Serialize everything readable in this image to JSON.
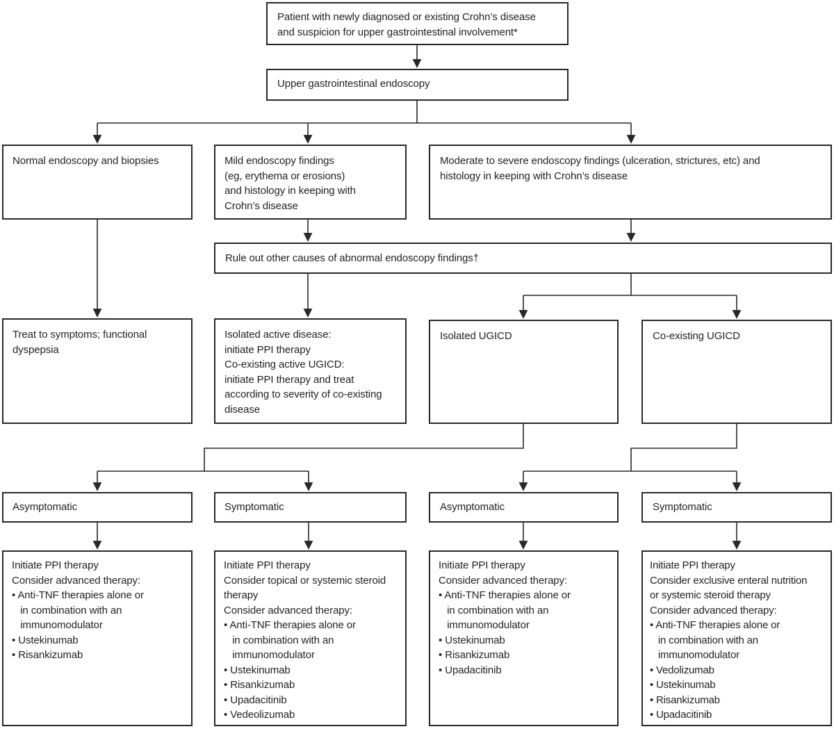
{
  "page": {
    "background_color": "#ffffff",
    "line_color": "#2b2728",
    "text_color": "#231f20"
  },
  "flowchart": {
    "nodes": {
      "patient": "Patient with newly diagnosed or existing Crohn’s disease\nand suspicion for upper gastrointestinal involvement*",
      "endoscopy": "Upper gastrointestinal endoscopy",
      "normal": "Normal endoscopy and biopsies",
      "mild": "Mild endoscopy findings\n(eg, erythema or erosions)\nand histology in keeping with\nCrohn’s disease",
      "moderate": "Moderate to severe endoscopy findings (ulceration, strictures, etc) and\nhistology in keeping with Crohn’s disease",
      "ruleout": "Rule out other causes of abnormal endoscopy findings†",
      "treat": "Treat to symptoms; functional\ndyspepsia",
      "isolated_active": "Isolated active disease:\ninitiate PPI therapy\nCo-existing active UGICD:\ninitiate PPI therapy and treat\naccording to severity of co-existing\ndisease",
      "isolated_ugicd": "Isolated UGICD",
      "coexisting_ugicd": "Co-existing UGICD",
      "asymptomatic_isolated": "Asymptomatic",
      "symptomatic_isolated": "Symptomatic",
      "asymptomatic_coexisting": "Asymptomatic",
      "symptomatic_coexisting": "Symptomatic",
      "tx_asymptomatic_isolated": "Initiate PPI therapy\nConsider advanced therapy:\n• Anti-TNF therapies alone or\n   in combination with an\n   immunomodulator\n• Ustekinumab\n• Risankizumab",
      "tx_symptomatic_isolated": "Initiate PPI therapy\nConsider topical or systemic steroid\ntherapy\nConsider advanced therapy:\n• Anti-TNF therapies alone or\n   in combination with an\n   immunomodulator\n• Ustekinumab\n• Risankizumab\n• Upadacitinib\n• Vedeolizumab",
      "tx_asymptomatic_coexisting": "Initiate PPI therapy\nConsider advanced therapy:\n• Anti-TNF therapies alone or\n   in combination with an\n   immunomodulator\n• Ustekinumab\n• Risankizumab\n• Upadacitinib",
      "tx_symptomatic_coexisting": "Initiate PPI therapy\nConsider exclusive enteral nutrition\nor systemic steroid therapy\nConsider advanced therapy:\n• Anti-TNF therapies alone or\n   in combination with an\n   immunomodulator\n• Vedolizumab\n• Ustekinumab\n• Risankizumab\n• Upadacitinib"
    }
  }
}
